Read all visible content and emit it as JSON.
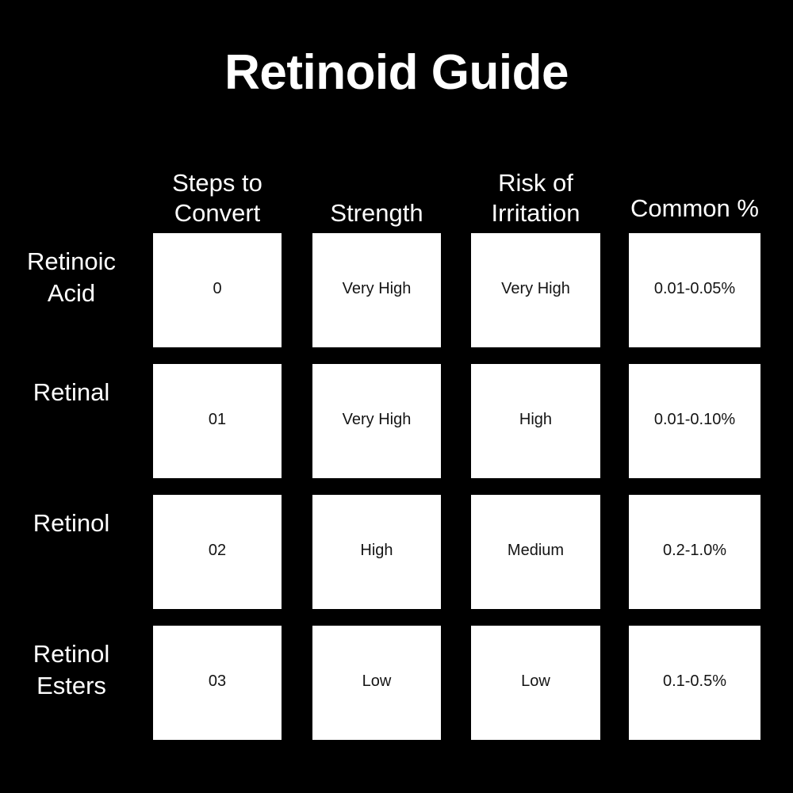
{
  "page": {
    "title": "Retinoid Guide",
    "background_color": "#000000",
    "cell_background_color": "#FFFFFF",
    "cell_text_color": "#141414",
    "label_text_color": "#FFFFFF"
  },
  "table": {
    "corner_label": "",
    "columns": [
      {
        "label": "Steps to\nConvert"
      },
      {
        "label": "Strength"
      },
      {
        "label": "Risk of\nIrritation"
      },
      {
        "label": "Common\n%"
      }
    ],
    "rows": [
      {
        "label": "Retinoic\nAcid",
        "cells": [
          "0",
          "Very High",
          "Very High",
          "0.01-0.05%"
        ]
      },
      {
        "label": "Retinal",
        "cells": [
          "01",
          "Very High",
          "High",
          "0.01-0.10%"
        ]
      },
      {
        "label": "Retinol",
        "cells": [
          "02",
          "High",
          "Medium",
          "0.2-1.0%"
        ]
      },
      {
        "label": "Retinol\nEsters",
        "cells": [
          "03",
          "Low",
          "Low",
          "0.1-0.5%"
        ]
      }
    ]
  }
}
